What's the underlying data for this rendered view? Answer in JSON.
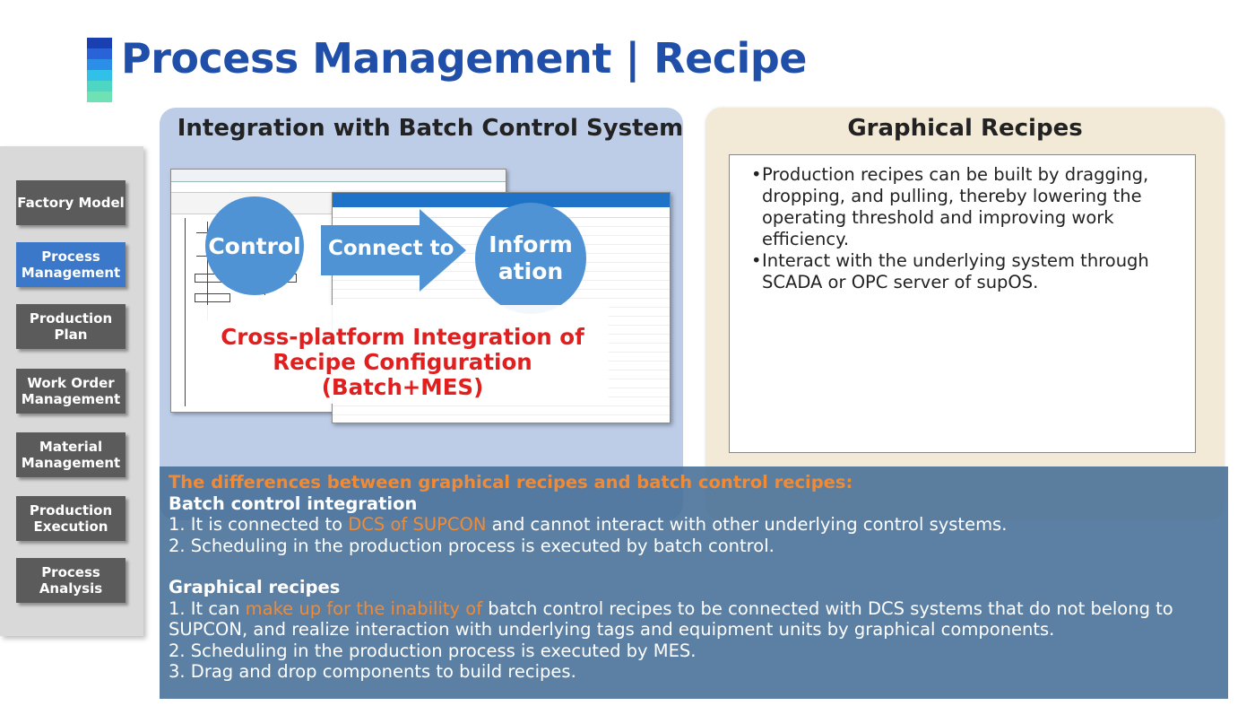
{
  "page": {
    "title": "Process Management | Recipe",
    "title_bar_colors": [
      "#1a3fb0",
      "#2a62d8",
      "#2d8ee8",
      "#31c0e8",
      "#4dd6c4",
      "#6ee2b5"
    ]
  },
  "sidebar": {
    "items": [
      {
        "label": "Factory Model",
        "active": false
      },
      {
        "label": "Process Management",
        "active": true
      },
      {
        "label": "Production Plan",
        "active": false
      },
      {
        "label": "Work Order Management",
        "active": false
      },
      {
        "label": "Material Management",
        "active": false
      },
      {
        "label": "Production Execution",
        "active": false
      },
      {
        "label": "Process Analysis",
        "active": false
      }
    ]
  },
  "left_panel": {
    "heading": "Integration with Batch Control System",
    "control_label": "Control",
    "connect_label": "Connect to",
    "information_label": "Inform\nation",
    "integration_caption": "Cross-platform Integration of Recipe Configuration (Batch+MES)",
    "colors": {
      "circle": "#4f93d4",
      "caption": "#e21f1f"
    }
  },
  "right_panel": {
    "heading": "Graphical Recipes",
    "bullets": [
      "Production recipes can be built by dragging, dropping, and pulling, thereby lowering the operating threshold and improving work efficiency.",
      "Interact with the underlying system through SCADA or OPC server of supOS."
    ]
  },
  "differences": {
    "title": "The differences between graphical recipes and batch control recipes:",
    "batch": {
      "heading": "Batch control integration",
      "item1_pre": "1. It is connected to ",
      "item1_highlight": "DCS of SUPCON",
      "item1_post": " and cannot interact with other underlying control systems.",
      "item2": "2. Scheduling in the production process is executed by batch control."
    },
    "graphical": {
      "heading": "Graphical recipes",
      "item1_pre": "1. It can ",
      "item1_highlight": "make up for the inability of",
      "item1_post": " batch control recipes to be connected with DCS systems that do not belong to SUPCON, and realize interaction with underlying tags and equipment units by graphical components.",
      "item2": "2. Scheduling in the production process is executed by MES.",
      "item3": "3. Drag and drop components to build recipes."
    },
    "colors": {
      "highlight": "#f08a35",
      "band": "#466e96"
    }
  }
}
